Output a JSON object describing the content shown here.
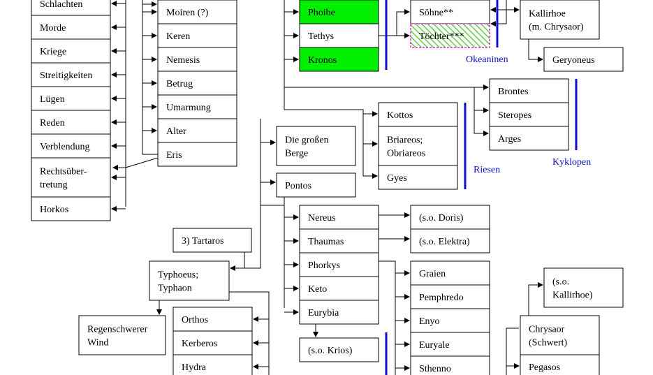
{
  "left_column": [
    "Schlachten",
    "Morde",
    "Kriege",
    "Streitigkeiten",
    "Lügen",
    "Reden",
    "Verblendung",
    "Rechtsüber-\ntretung",
    "Horkos"
  ],
  "eris_column": [
    "Moiren (?)",
    "Keren",
    "Nemesis",
    "Betrug",
    "Umarmung",
    "Alter",
    "Eris"
  ],
  "titans": [
    "Phoibe",
    "Tethys",
    "Kronos"
  ],
  "okeanos_children": {
    "sons": "Söhne**",
    "daughters": "Töchter***",
    "group_label": "Okeaninen"
  },
  "kallirhoe": "Kallirhoe\n(m. Chrysaor)",
  "geryoneus": "Geryoneus",
  "kyklopen": {
    "members": [
      "Brontes",
      "Steropes",
      "Arges"
    ],
    "group_label": "Kyklopen"
  },
  "riesen": {
    "members": [
      "Kottos",
      "Briareos;\nObriareos",
      "Gyes"
    ],
    "group_label": "Riesen"
  },
  "berge": "Die großen\nBerge",
  "pontos": "Pontos",
  "pontos_children": [
    "Nereus",
    "Thaumas",
    "Phorkys",
    "Keto",
    "Eurybia"
  ],
  "nereus_ref": "(s.o. Doris)",
  "thaumas_ref": "(s.o. Elektra)",
  "eurybia_ref": "(s.o. Krios)",
  "phorkys_children": [
    "Graien",
    "Pemphredo",
    "Enyo",
    "Euryale",
    "Sthenno"
  ],
  "tartaros": "3) Tartaros",
  "typhoeus": "Typhoeus;\nTyphaon",
  "regen": "Regenschwerer\nWind",
  "typhoeus_children": [
    "Orthos",
    "Kerberos",
    "Hydra"
  ],
  "chrysaor": "Chrysaor\n(Schwert)",
  "pegasos": "Pegasos",
  "kallirhoe_ref": "(s.o.\nKallirhoe)",
  "colors": {
    "highlight": "#00ee00",
    "group_bar": "#1010cc",
    "hatch": "#66cc44"
  }
}
